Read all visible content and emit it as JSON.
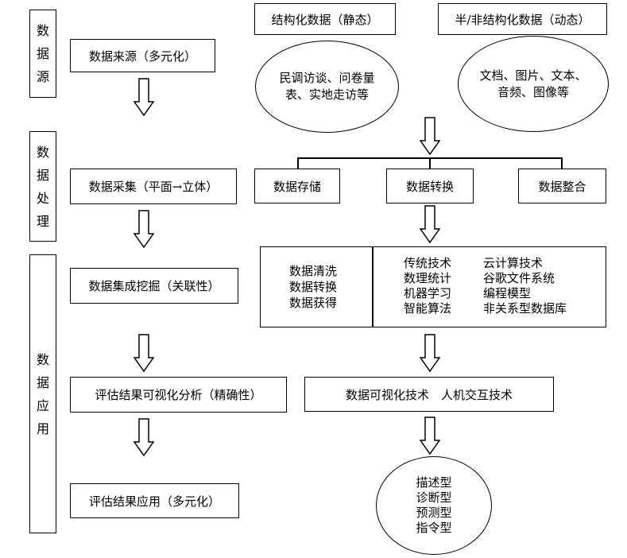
{
  "stages": {
    "source": [
      "数",
      "据",
      "源"
    ],
    "processing": [
      "数",
      "据",
      "处",
      "理"
    ],
    "application": [
      "数",
      "据",
      "应",
      "用"
    ]
  },
  "left": {
    "source": "数据来源（多元化）",
    "collect": "数据采集（平面→立体）",
    "mining": "数据集成挖掘（关联性）",
    "evaluate": "评估结果可视化分析（精确性）",
    "apply": "评估结果应用（多元化）"
  },
  "right": {
    "structured_title": "结构化数据（静态）",
    "unstructured_title": "半/非结构化数据（动态）",
    "structured_oval": [
      "民调访谈、问卷量",
      "表、实地走访等"
    ],
    "unstructured_oval": [
      "文档、图片、文本、",
      "音频、图像等"
    ],
    "storage": "数据存储",
    "convert": "数据转换",
    "integrate": "数据整合",
    "cleaning_list": [
      "数据清洗",
      "数据转换",
      "数据获得"
    ],
    "tech_col1": [
      "传统技术",
      "数理统计",
      "机器学习",
      "智能算法"
    ],
    "tech_col2": [
      "云计算技术",
      "谷歌文件系统",
      "编程模型",
      "非关系型数据库"
    ],
    "visual_tech": "数据可视化技术　人机交互技术",
    "types": [
      "描述型",
      "诊断型",
      "预测型",
      "指令型"
    ]
  }
}
